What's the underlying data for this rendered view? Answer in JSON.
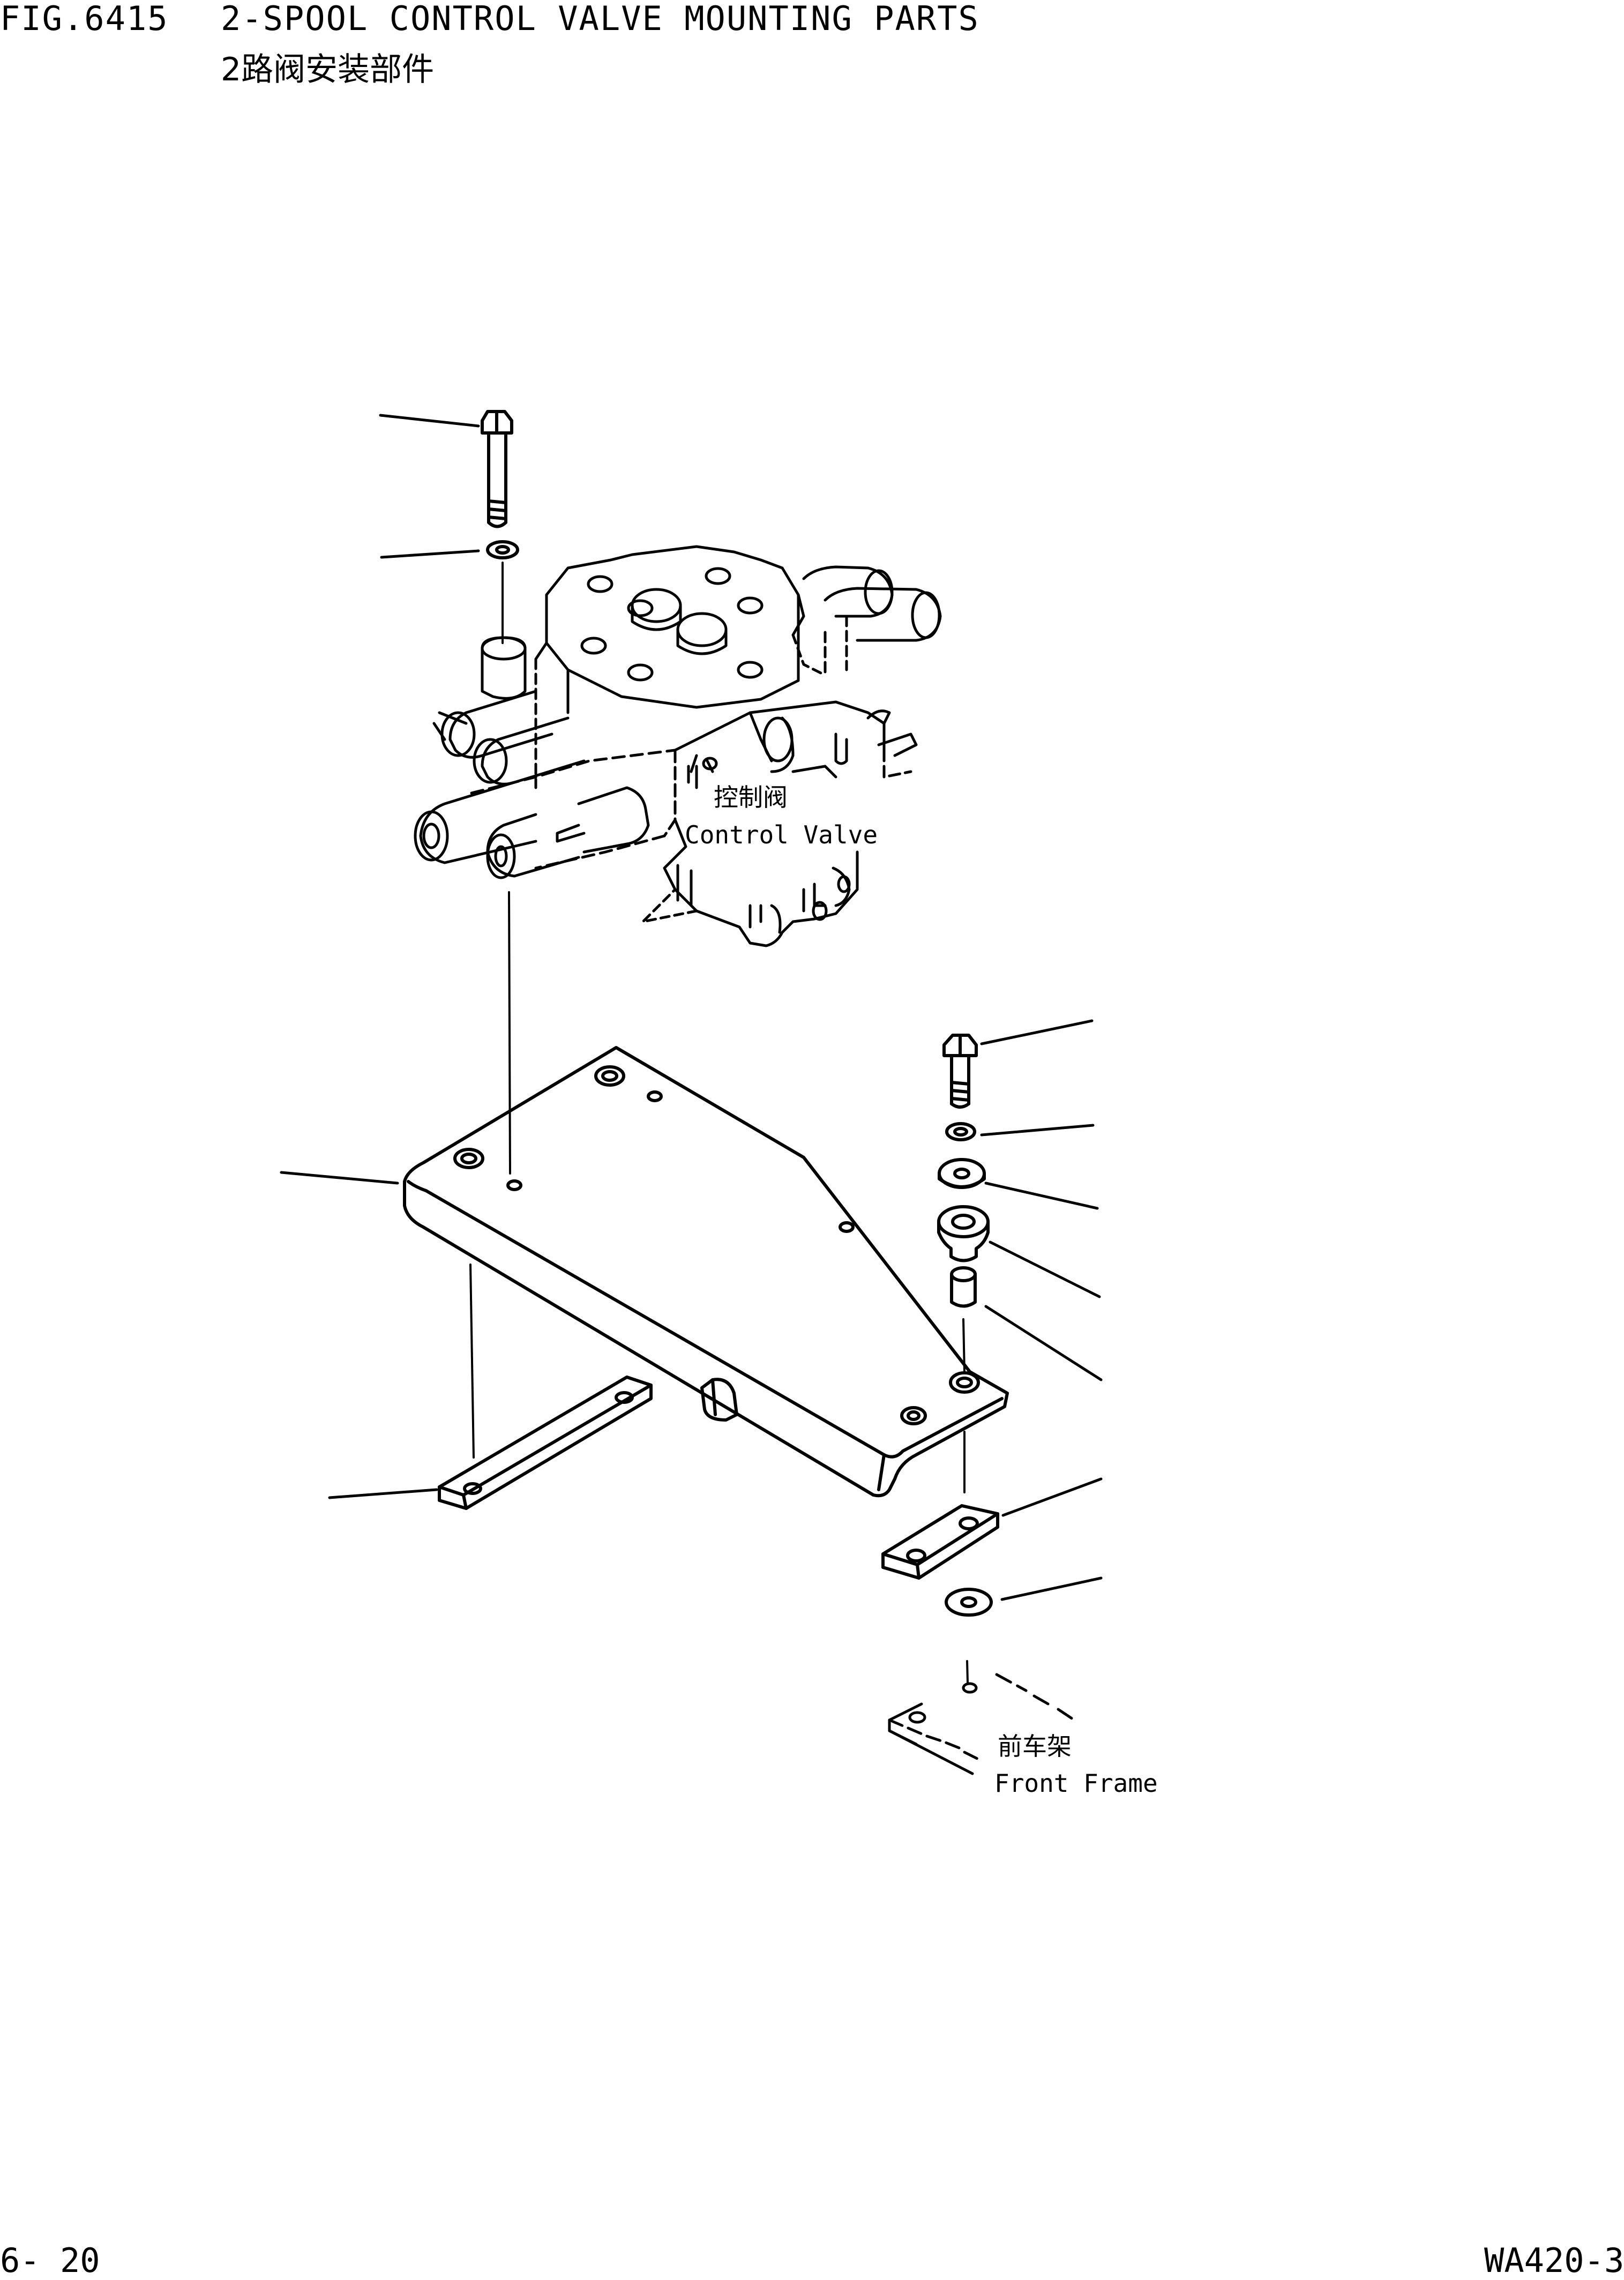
{
  "header": {
    "fig_number": "FIG.6415",
    "title_en": "2-SPOOL CONTROL VALVE MOUNTING PARTS",
    "title_cn": "2路阀安装部件"
  },
  "labels": {
    "control_valve_cn": "控制阀",
    "control_valve_en": "Control Valve",
    "front_frame_cn": "前车架",
    "front_frame_en": "Front Frame"
  },
  "footer": {
    "page_number": "6- 20",
    "model": "WA420-3"
  },
  "colors": {
    "ink": "#000000",
    "paper": "#ffffff"
  }
}
